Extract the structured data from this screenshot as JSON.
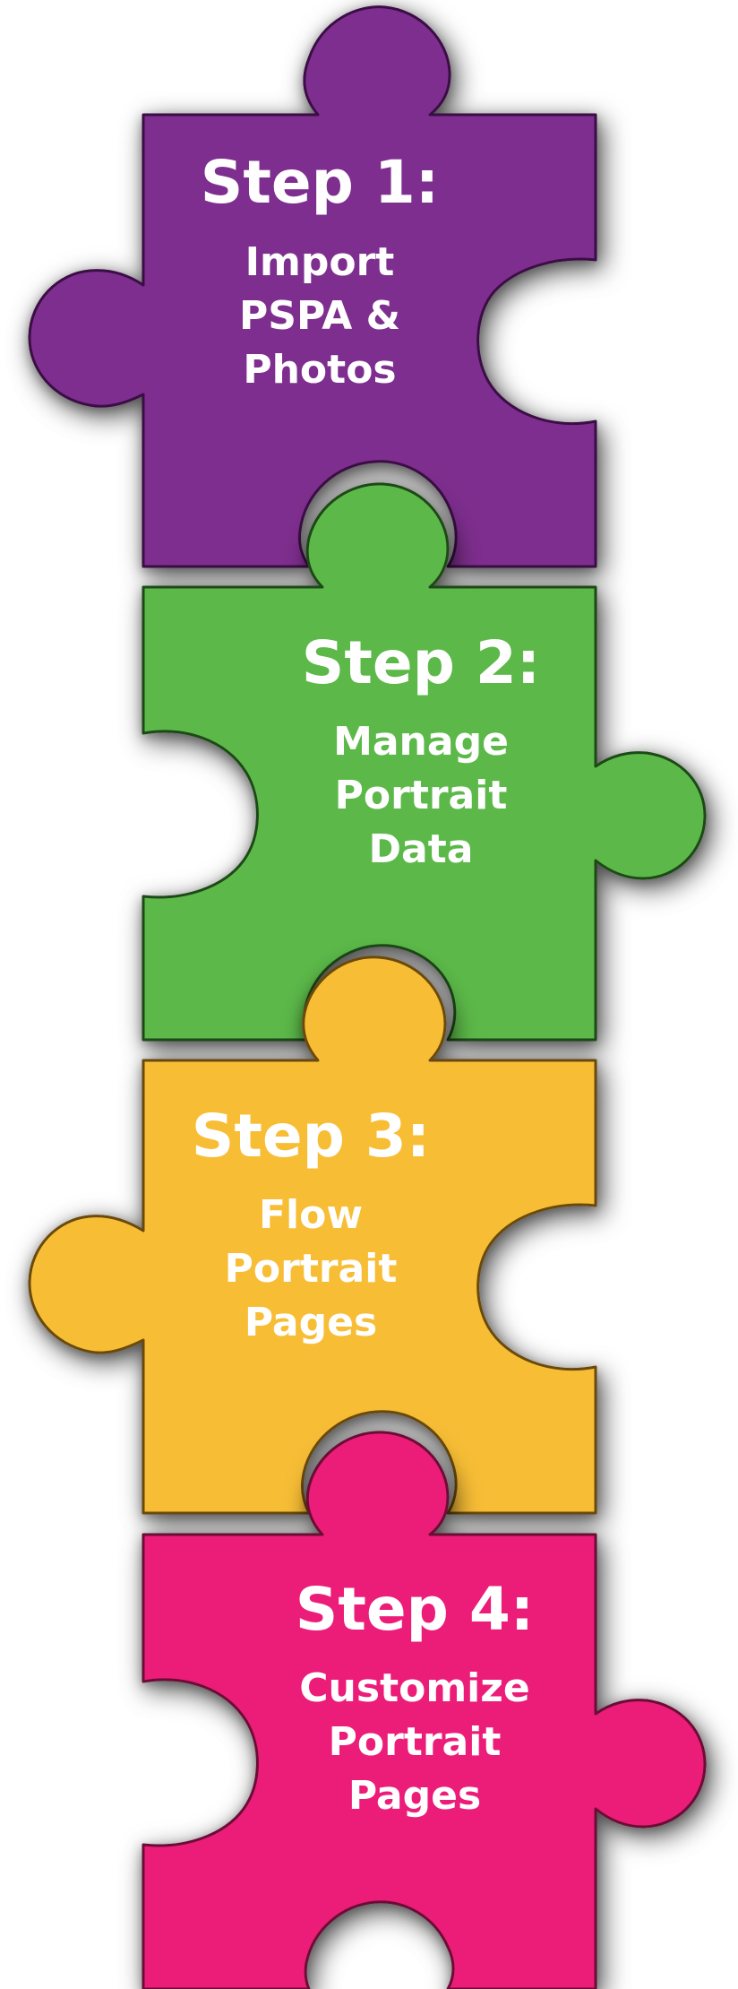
{
  "steps": [
    {
      "title": "Step 1:",
      "lines": [
        "Import",
        "PSPA &",
        "Photos"
      ],
      "color": "#7e2e8e",
      "shadow": "#3a0f44"
    },
    {
      "title": "Step 2:",
      "lines": [
        "Manage",
        "Portrait",
        "Data"
      ],
      "color": "#5cb94a",
      "shadow": "#1f4a17"
    },
    {
      "title": "Step 3:",
      "lines": [
        "Flow",
        "Portrait",
        "Pages"
      ],
      "color": "#f7bd34",
      "shadow": "#6a4a08"
    },
    {
      "title": "Step 4:",
      "lines": [
        "Customize",
        "Portrait",
        "Pages"
      ],
      "color": "#ec1e79",
      "shadow": "#6b0a35"
    }
  ]
}
